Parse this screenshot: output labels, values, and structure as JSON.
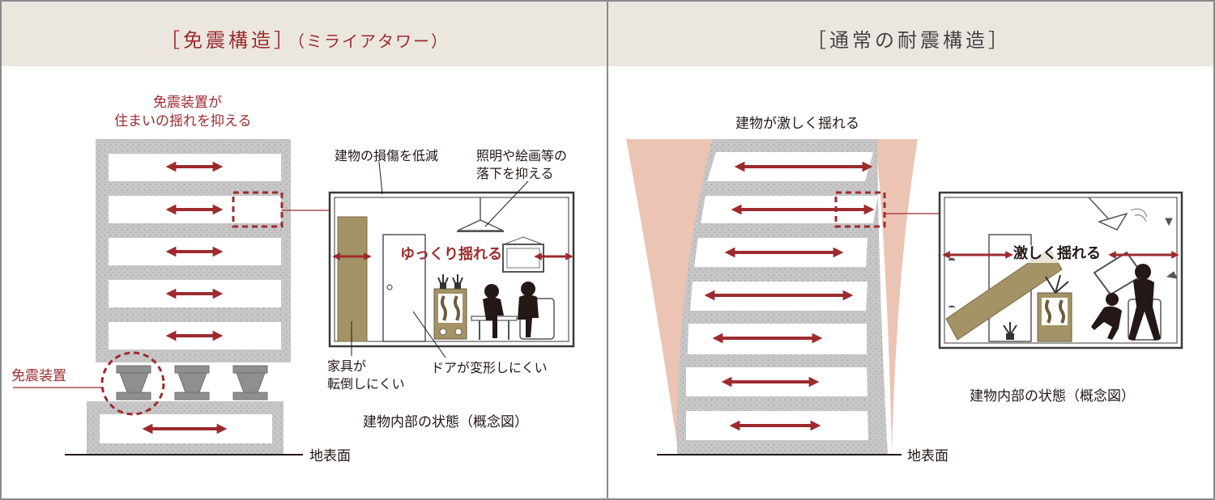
{
  "left_panel": {
    "title": "［免震構造］",
    "subtitle": "（ミライアタワー）",
    "isolator_callout_line1": "免震装置が",
    "isolator_callout_line2": "住まいの揺れを抑える",
    "damage_label": "建物の損傷を低減",
    "lighting_line1": "照明や絵画等の",
    "lighting_line2": "落下を抑える",
    "sway_label": "ゆっくり揺れる",
    "furniture_line1": "家具が",
    "furniture_line2": "転倒しにくい",
    "door_label": "ドアが変形しにくい",
    "isolator_label": "免震装置",
    "interior_caption": "建物内部の状態（概念図）",
    "ground_label": "地表面"
  },
  "right_panel": {
    "title": "［通常の耐震構造］",
    "shake_label": "建物が激しく揺れる",
    "sway_label": "激しく揺れる",
    "interior_caption": "建物内部の状態（概念図）",
    "ground_label": "地表面"
  },
  "colors": {
    "accent_red": "#9d2b2e",
    "header_bg": "#ebe7df",
    "concrete": "#c8c8c8",
    "sway_pink": "#ecc4b4",
    "wood": "#a39366"
  }
}
